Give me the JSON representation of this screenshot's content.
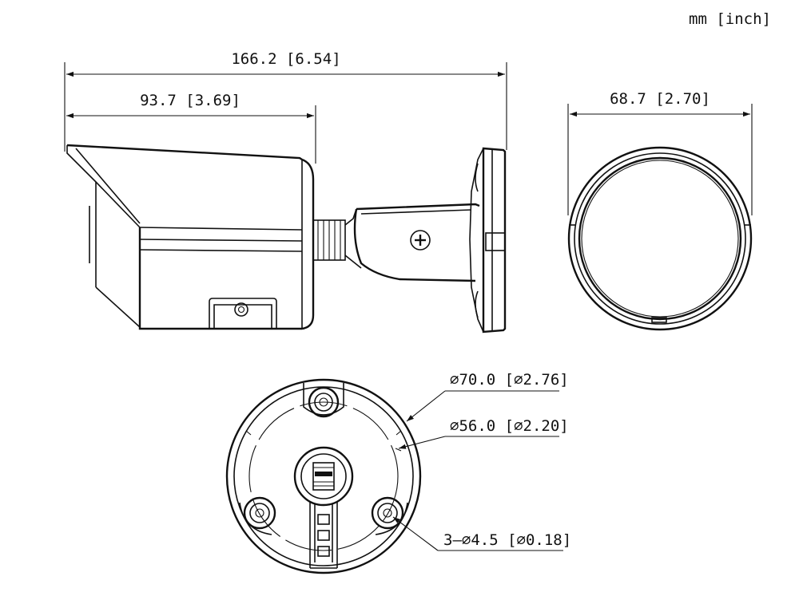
{
  "units_label": "mm [inch]",
  "dimensions": {
    "overall_length": "166.2 [6.54]",
    "body_length": "93.7 [3.69]",
    "width": "68.7 [2.70]",
    "base_outer_diameter": "⌀70.0 [⌀2.76]",
    "hole_circle_diameter": "⌀56.0 [⌀2.20]",
    "mount_holes": "3–⌀4.5 [⌀0.18]"
  },
  "colors": {
    "line": "#111111",
    "background": "#ffffff"
  }
}
